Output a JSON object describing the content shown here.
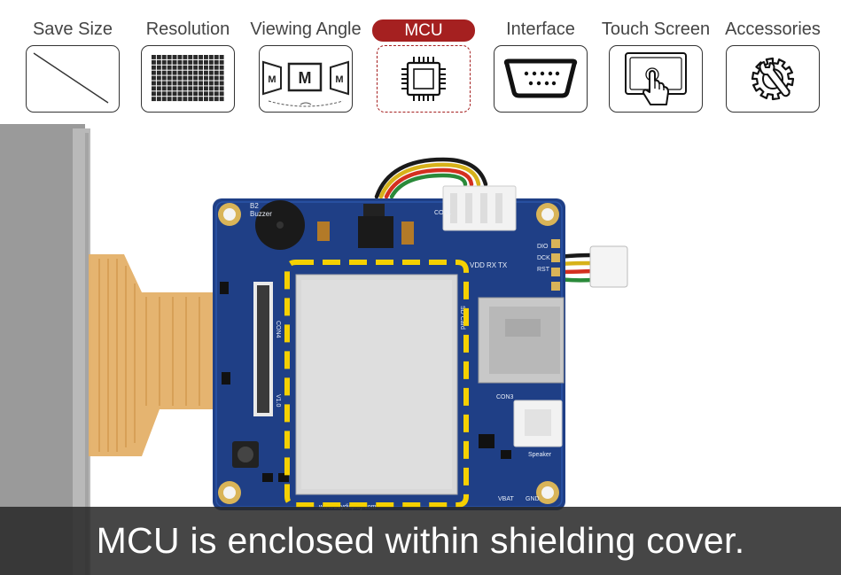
{
  "tabs": [
    {
      "label": "Save Size",
      "icon": "diagonal-line-icon",
      "active": false
    },
    {
      "label": "Resolution",
      "icon": "pixel-grid-icon",
      "active": false
    },
    {
      "label": "Viewing Angle",
      "icon": "viewing-angle-icon",
      "active": false
    },
    {
      "label": "MCU",
      "icon": "chip-icon",
      "active": true
    },
    {
      "label": "Interface",
      "icon": "serial-port-icon",
      "active": false
    },
    {
      "label": "Touch Screen",
      "icon": "touch-hand-icon",
      "active": false
    },
    {
      "label": "Accessories",
      "icon": "gear-wrench-icon",
      "active": false
    }
  ],
  "board": {
    "website_marking": "www.buydisplay.com",
    "silkscreen": {
      "buzzer": "Buzzer",
      "b2": "B2",
      "con1": "CON1",
      "con3": "CON3",
      "con4": "CON4",
      "sd_card": "SD Card",
      "speaker": "Speaker",
      "vbat": "VBAT",
      "gnd": "GND",
      "pins_vdd": "VDD",
      "pins_rx": "RX",
      "pins_tx": "TX",
      "pin_dio": "DIO",
      "pin_dck": "DCK",
      "pin_rst": "RST",
      "version": "V1.0"
    }
  },
  "caption": "MCU is enclosed within shielding cover.",
  "colors": {
    "accent": "#a52020",
    "pcb": "#1f3f86",
    "shield": "#d8d8d8",
    "highlight_dash": "#f5d000",
    "caption_bg": "#2a2a2a"
  }
}
